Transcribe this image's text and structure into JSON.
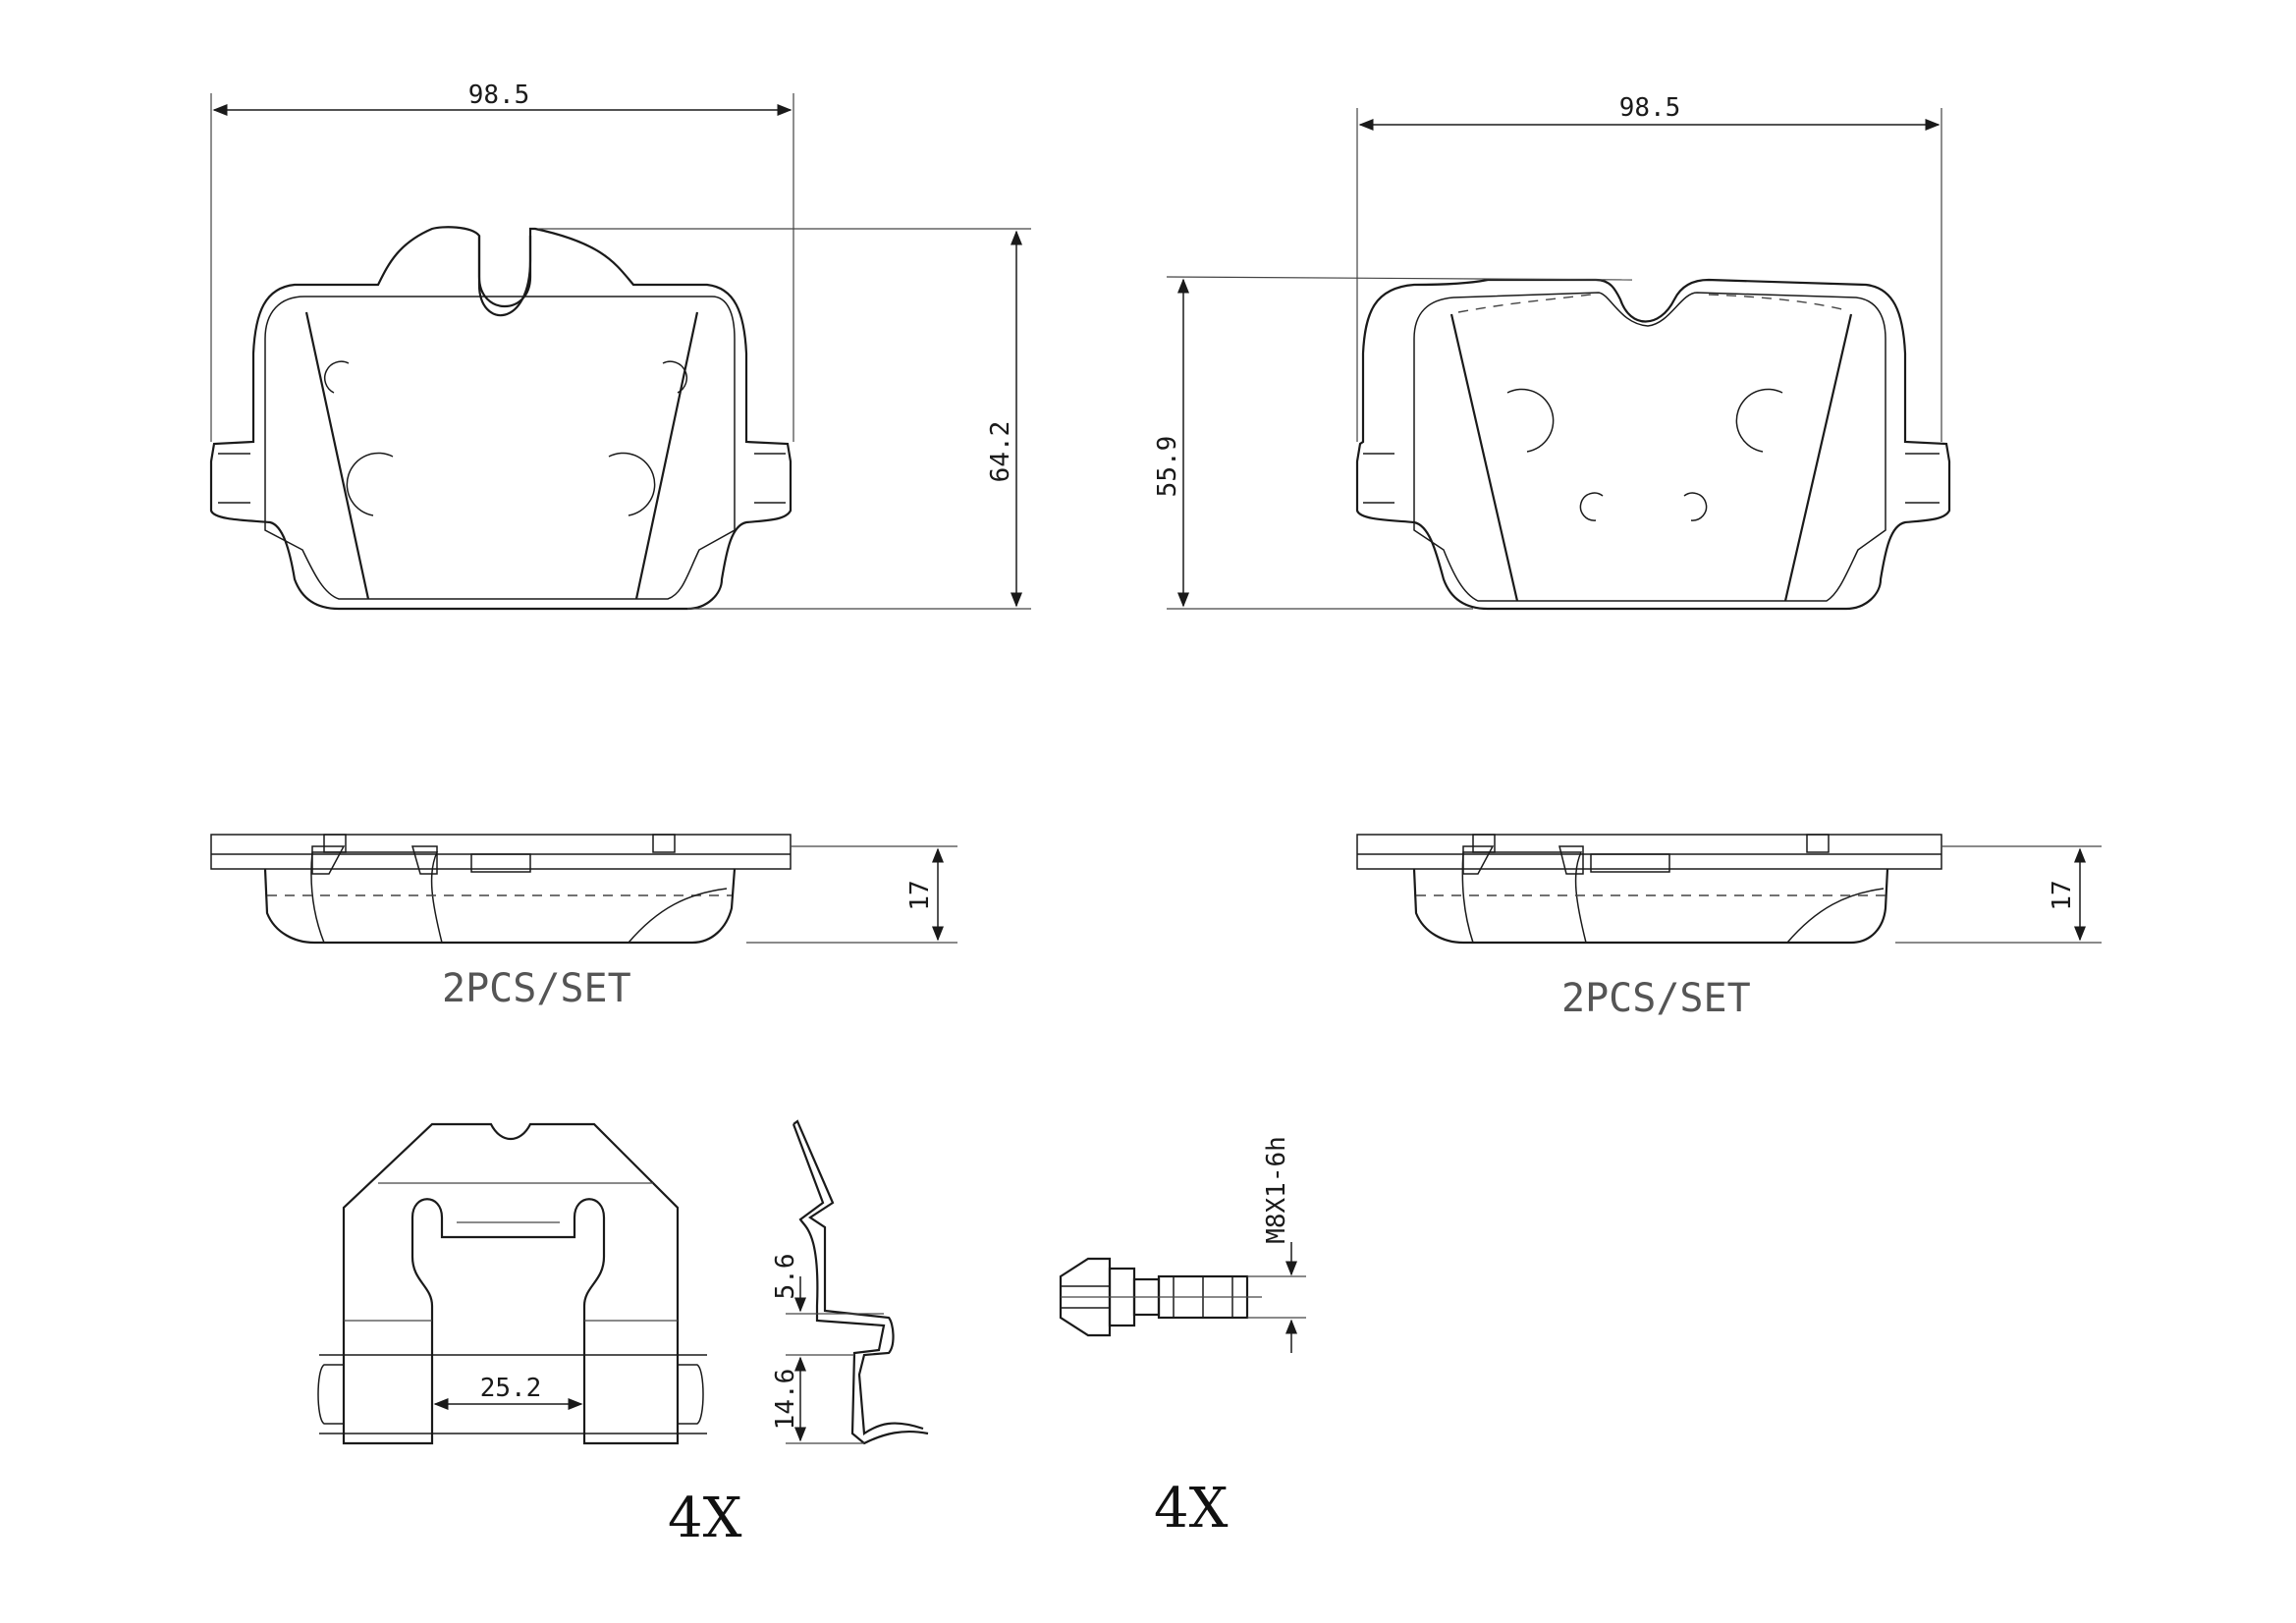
{
  "dimensions": {
    "pad1_width": "98.5",
    "pad1_height": "64.2",
    "pad2_width": "98.5",
    "pad2_height": "55.9",
    "pad1_thickness": "17",
    "pad2_thickness": "17",
    "spring_width": "25.2",
    "spring_offset_upper": "5.6",
    "spring_offset_lower": "14.6",
    "bolt_thread": "M8X1-6h"
  },
  "notes": {
    "pad1_set": "2PCS/SET",
    "pad2_set": "2PCS/SET",
    "spring_qty": "4X",
    "bolt_qty": "4X"
  }
}
